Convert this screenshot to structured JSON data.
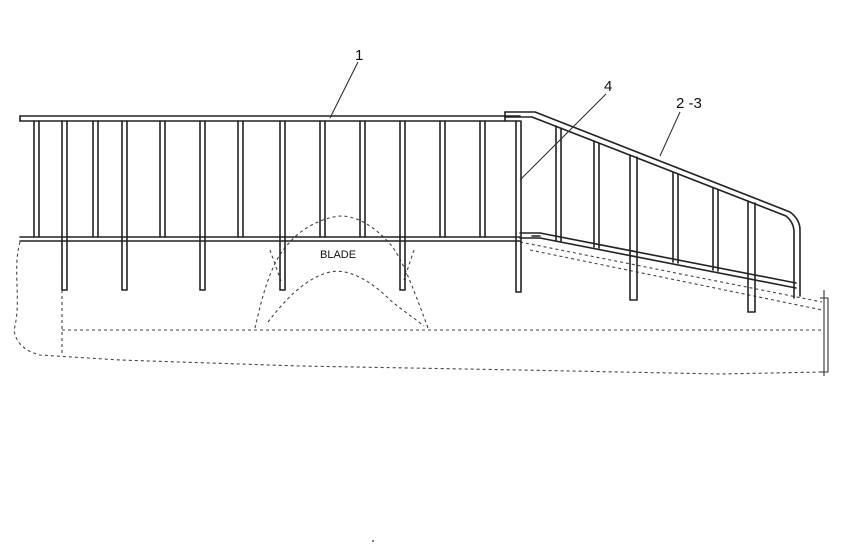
{
  "callouts": {
    "c1": "1",
    "c4": "4",
    "c23": "2 -3"
  },
  "blade_label": "BLADE"
}
